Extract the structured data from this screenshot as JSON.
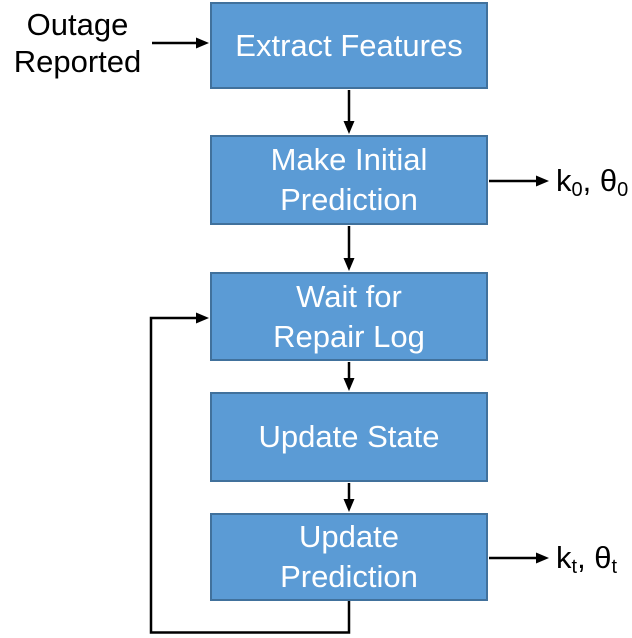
{
  "colors": {
    "box_fill": "#5B9BD5",
    "box_border": "#41719C",
    "box_text": "#FFFFFF",
    "line_color": "#000000",
    "label_text": "#000000",
    "bg": "#FFFFFF"
  },
  "input_label": {
    "lines": [
      "Outage",
      "Reported"
    ]
  },
  "nodes": [
    {
      "id": "extract-features",
      "lines": [
        "Extract Features"
      ]
    },
    {
      "id": "make-initial-prediction",
      "lines": [
        "Make Initial",
        "Prediction"
      ]
    },
    {
      "id": "wait-for-repair-log",
      "lines": [
        "Wait for",
        "Repair Log"
      ]
    },
    {
      "id": "update-state",
      "lines": [
        "Update State"
      ]
    },
    {
      "id": "update-prediction",
      "lines": [
        "Update",
        "Prediction"
      ]
    }
  ],
  "outputs": [
    {
      "id": "initial-parameters",
      "var1": "k",
      "sub1": "0",
      "sep": ", ",
      "var2": "θ",
      "sub2": "0"
    },
    {
      "id": "updated-parameters",
      "var1": "k",
      "sub1": "t",
      "sep": ", ",
      "var2": "θ",
      "sub2": "t"
    }
  ]
}
